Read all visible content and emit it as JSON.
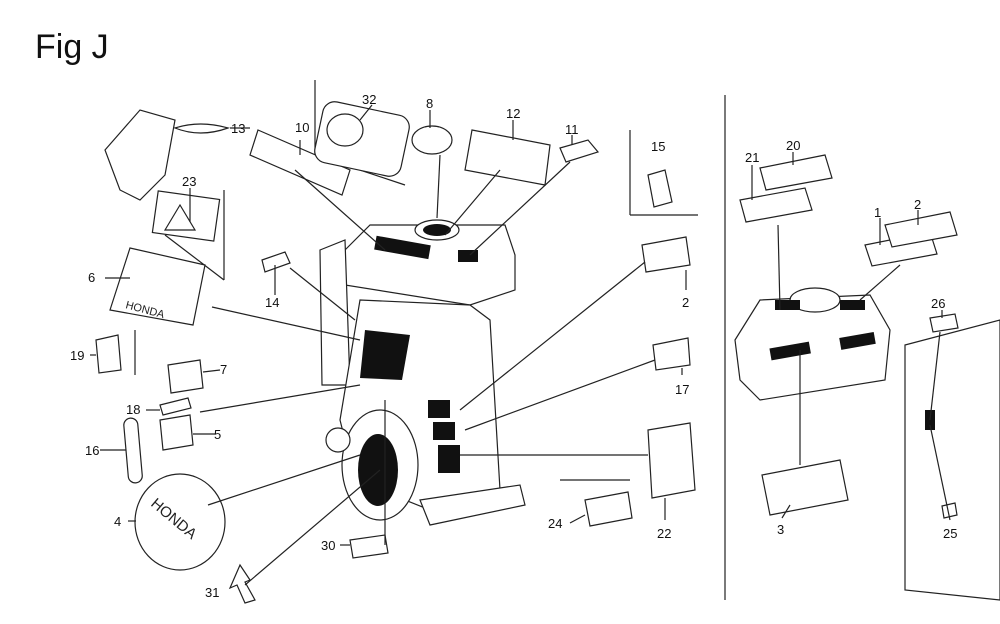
{
  "figure_title": "Fig J",
  "logo_text": "HONDA",
  "callouts": {
    "c32": "32",
    "c8": "8",
    "c12": "12",
    "c11": "11",
    "c10": "10",
    "c13": "13",
    "c23": "23",
    "c6": "6",
    "c14": "14",
    "c19": "19",
    "c7": "7",
    "c18": "18",
    "c5": "5",
    "c16": "16",
    "c4": "4",
    "c31": "31",
    "c30": "30",
    "c15": "15",
    "c2a": "2",
    "c17": "17",
    "c22": "22",
    "c24": "24",
    "c21": "21",
    "c20": "20",
    "c1": "1",
    "c2b": "2",
    "c26": "26",
    "c3": "3",
    "c25": "25"
  }
}
